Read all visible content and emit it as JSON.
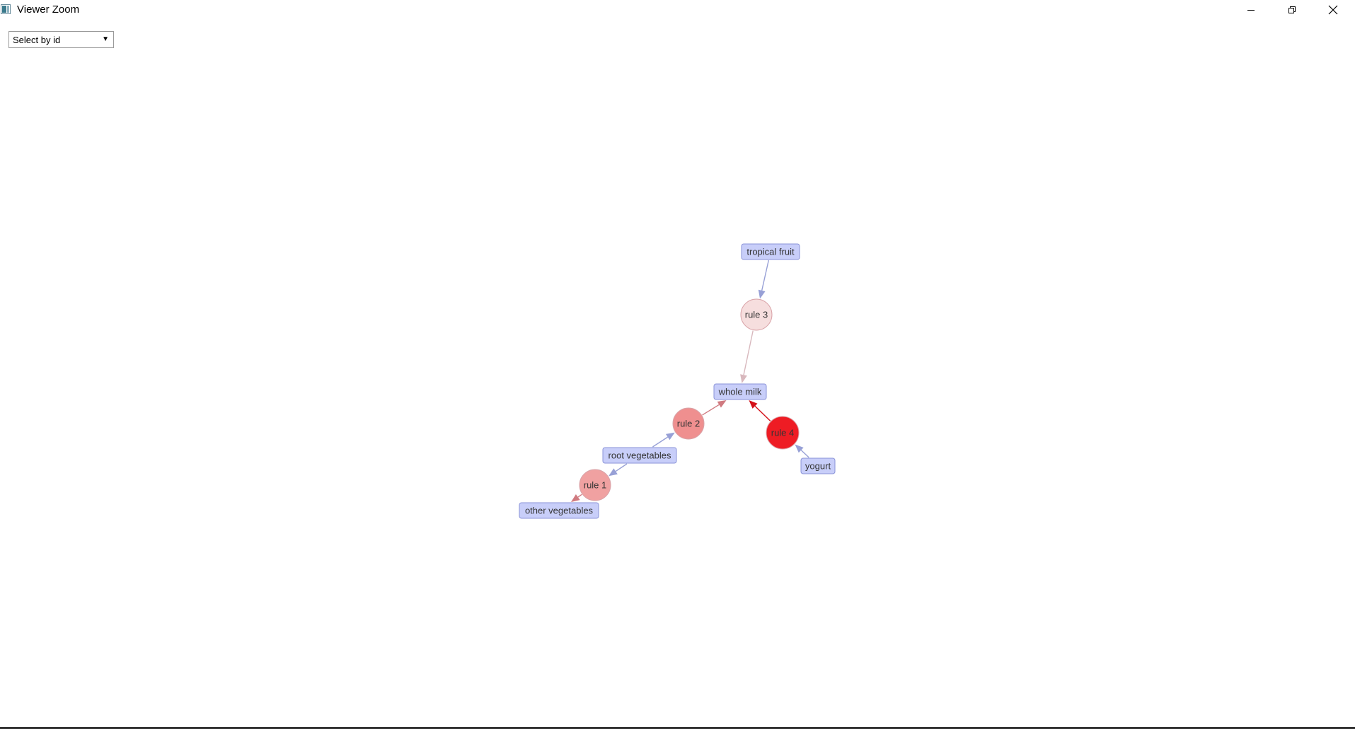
{
  "window": {
    "title": "Viewer Zoom"
  },
  "selector": {
    "label": "Select by id",
    "arrow": "▼"
  },
  "icons": {
    "app": "app-icon",
    "minimize": "minimize-icon",
    "maximize": "restore-icon",
    "close": "close-icon"
  },
  "graph": {
    "item_color": "#c8cef9",
    "item_border": "#8a93d8",
    "nodes": [
      {
        "id": "tropical-fruit",
        "label": "tropical fruit",
        "kind": "item"
      },
      {
        "id": "rule-3",
        "label": "rule 3",
        "kind": "rule",
        "color": "#f6dede"
      },
      {
        "id": "whole-milk",
        "label": "whole milk",
        "kind": "item"
      },
      {
        "id": "rule-2",
        "label": "rule 2",
        "kind": "rule",
        "color": "#ef8f8f"
      },
      {
        "id": "rule-4",
        "label": "rule 4",
        "kind": "rule",
        "color": "#ee1c24"
      },
      {
        "id": "root-vegetables",
        "label": "root vegetables",
        "kind": "item"
      },
      {
        "id": "yogurt",
        "label": "yogurt",
        "kind": "item"
      },
      {
        "id": "rule-1",
        "label": "rule 1",
        "kind": "rule",
        "color": "#f0a1a1"
      },
      {
        "id": "other-vegetables",
        "label": "other vegetables",
        "kind": "item"
      }
    ],
    "edges": [
      {
        "from": "tropical-fruit",
        "to": "rule-3",
        "color": "#97a0d6"
      },
      {
        "from": "rule-3",
        "to": "whole-milk",
        "color": "#d8b8bd"
      },
      {
        "from": "rule-2",
        "to": "whole-milk",
        "color": "#d07a80"
      },
      {
        "from": "rule-4",
        "to": "whole-milk",
        "color": "#d40f17"
      },
      {
        "from": "root-vegetables",
        "to": "rule-2",
        "color": "#97a0d6"
      },
      {
        "from": "yogurt",
        "to": "rule-4",
        "color": "#97a0d6"
      },
      {
        "from": "root-vegetables",
        "to": "rule-1",
        "color": "#97a0d6"
      },
      {
        "from": "rule-1",
        "to": "other-vegetables",
        "color": "#d07a80"
      }
    ]
  }
}
